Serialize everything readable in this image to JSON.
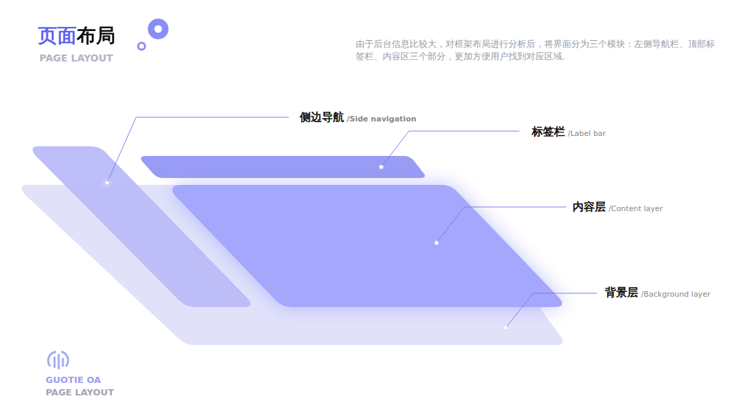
{
  "diagram": {
    "title": "页面布局",
    "labels": [
      "PAGE LAYOUT",
      "由于后台信息比较大，对框架布局进行分析后，将界面分为三个模块：左侧导航栏、顶部标签栏、内容区三个部分，更加方便用户找到对应区域.",
      "侧边导航",
      "/Side navigation",
      "标签栏",
      "/Label bar",
      "内容层",
      "/Content layer",
      "背景层",
      "/Background layer",
      "GUOTIE OA",
      "PAGE LAYOUT"
    ]
  }
}
